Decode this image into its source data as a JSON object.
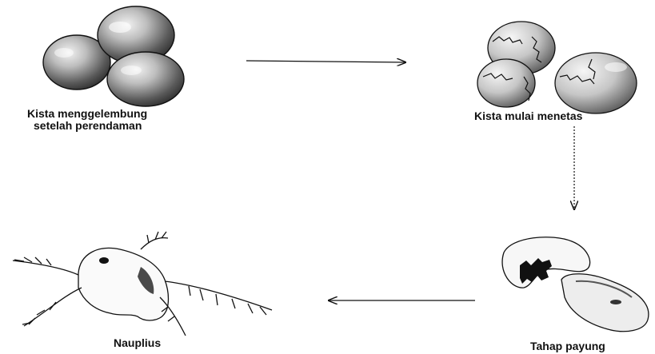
{
  "stages": [
    {
      "id": "swollen-cysts",
      "label_lines": [
        "Kista menggelembung",
        "setelah perendaman"
      ]
    },
    {
      "id": "hatching-cysts",
      "label_lines": [
        "Kista mulai menetas"
      ]
    },
    {
      "id": "umbrella-stage",
      "label_lines": [
        "Tahap payung"
      ]
    },
    {
      "id": "nauplius",
      "label_lines": [
        "Nauplius"
      ]
    }
  ],
  "colors": {
    "ink": "#111111",
    "shade_dark": "#4a4a4a",
    "shade_light": "#d9d9d9",
    "background": "#ffffff"
  }
}
